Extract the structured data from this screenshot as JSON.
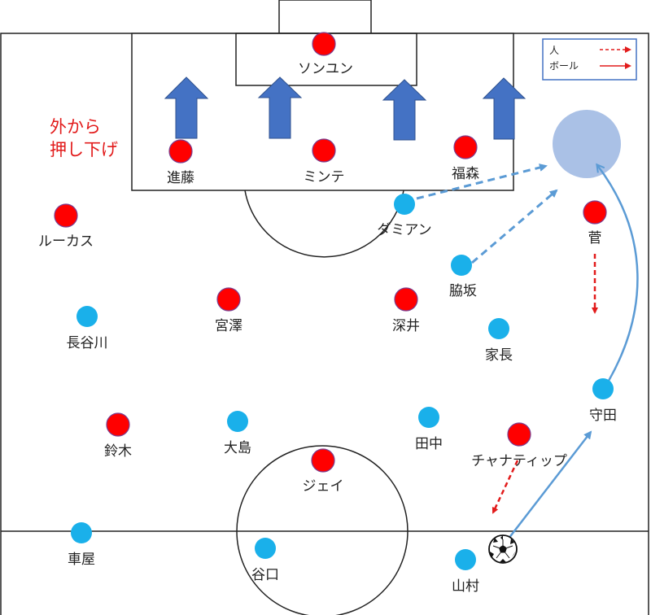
{
  "annotation": {
    "lines": [
      "外から",
      "押し下げ"
    ]
  },
  "legend": {
    "person": "人",
    "ball": "ボール"
  },
  "colors": {
    "red_team": "#ff0000",
    "blue_team": "#1ab0ea",
    "push_arrow": "#4472c4",
    "run_arrow": "#e21b1b",
    "pass_arrow": "#5b9bd5",
    "target_zone": "#aac1e6",
    "lines": "#222222"
  },
  "red_players": [
    {
      "name": "ソンユン"
    },
    {
      "name": "進藤"
    },
    {
      "name": "ミンテ"
    },
    {
      "name": "福森"
    },
    {
      "name": "ルーカス"
    },
    {
      "name": "菅"
    },
    {
      "name": "宮澤"
    },
    {
      "name": "深井"
    },
    {
      "name": "鈴木"
    },
    {
      "name": "ジェイ"
    },
    {
      "name": "チャナティップ"
    }
  ],
  "blue_players": [
    {
      "name": "ダミアン"
    },
    {
      "name": "脇坂"
    },
    {
      "name": "長谷川"
    },
    {
      "name": "家長"
    },
    {
      "name": "守田"
    },
    {
      "name": "大島"
    },
    {
      "name": "田中"
    },
    {
      "name": "車屋"
    },
    {
      "name": "谷口"
    },
    {
      "name": "山村"
    }
  ]
}
